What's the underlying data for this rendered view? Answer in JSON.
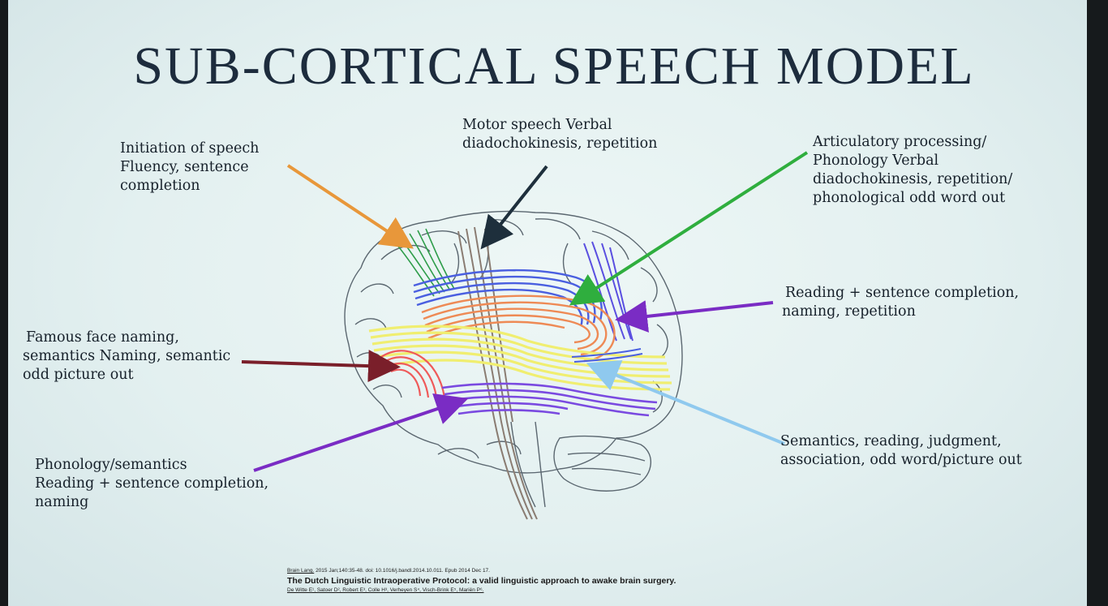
{
  "title": "SUB-CORTICAL SPEECH MODEL",
  "labels": {
    "motor": [
      "Motor speech Verbal",
      "diadochokinesis, repetition"
    ],
    "initiation": [
      "Initiation of speech",
      "Fluency, sentence",
      "completion"
    ],
    "articulatory": [
      "Articulatory processing/",
      "Phonology Verbal",
      "diadochokinesis, repetition/",
      "phonological odd word out"
    ],
    "reading": [
      "Reading + sentence completion,",
      "naming, repetition"
    ],
    "famous": [
      "Famous face naming,",
      "semantics Naming, semantic",
      "odd picture out"
    ],
    "semantics": [
      "Semantics, reading, judgment,",
      "association, odd word/picture out"
    ],
    "phonology": [
      "Phonology/semantics",
      "Reading + sentence completion,",
      "naming"
    ]
  },
  "colors": {
    "orange": "#e8973a",
    "dark": "#1e2f3c",
    "green": "#2fae3e",
    "purple": "#7a2cc4",
    "maroon": "#7a1f2a",
    "lightblue": "#8fc9ee",
    "blue": "#4a5fe0",
    "yellow": "#f0ee70",
    "salmon": "#ee8a55",
    "red": "#ef5a5a"
  },
  "citation": {
    "journal": "Brain Lang.",
    "ref": "2015 Jan;140:35-48. doi: 10.1016/j.bandl.2014.10.011. Epub 2014 Dec 17.",
    "title": "The Dutch Linguistic Intraoperative Protocol: a valid linguistic approach to awake brain surgery.",
    "authors": "De Witte E¹, Satoer D², Robert E³, Colle H³, Verheyen S⁴, Visch-Brink E⁵, Mariën P⁶."
  }
}
